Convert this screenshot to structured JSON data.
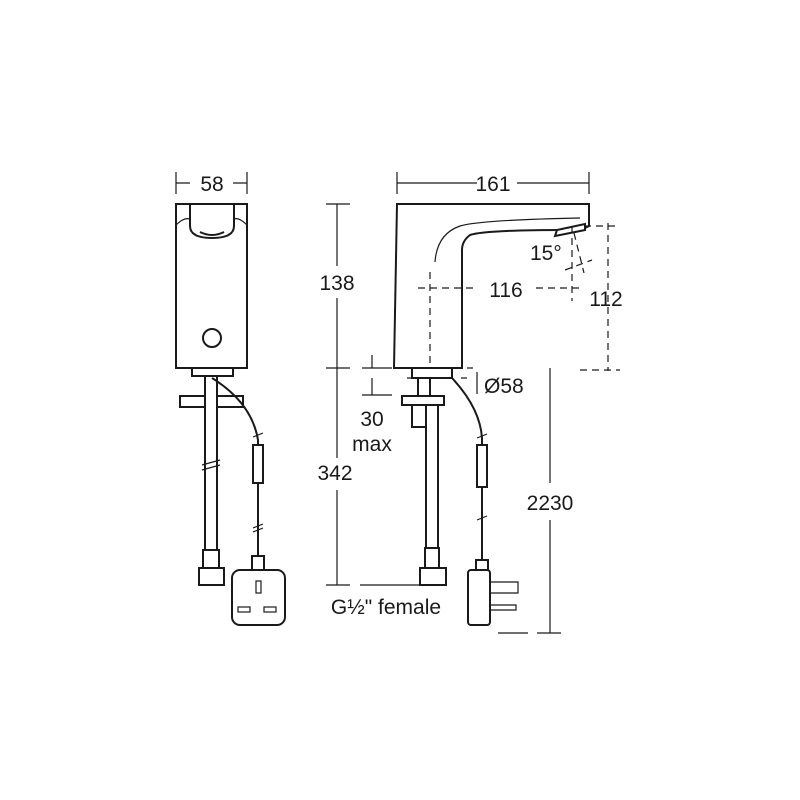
{
  "dimensions": {
    "front_width": "58",
    "side_width": "161",
    "height": "138",
    "spout_reach": "116",
    "spout_height": "112",
    "angle": "15°",
    "base_diameter": "Ø58",
    "deck_thickness_value": "30",
    "deck_thickness_note": "max",
    "hose_length": "342",
    "cable_length": "2230",
    "connection": "G½\" female"
  },
  "colors": {
    "line": "#1a1a1a",
    "background": "#ffffff"
  }
}
